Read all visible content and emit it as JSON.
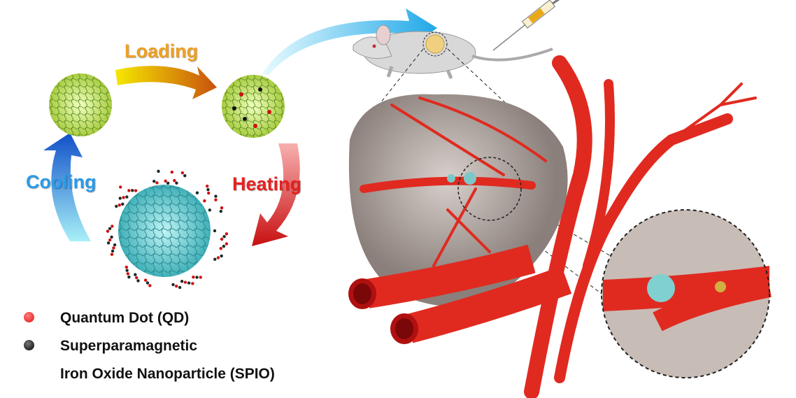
{
  "steps": {
    "loading": "Loading",
    "heating": "Heating",
    "cooling": "Cooling"
  },
  "legend": [
    {
      "label": "Quantum Dot (QD)",
      "color": "#e01010"
    },
    {
      "label": "Superparamagnetic",
      "color": "#111111"
    },
    {
      "label": "Iron Oxide Nanoparticle  (SPIO)",
      "color": ""
    }
  ],
  "colors": {
    "loading": "#f0a020",
    "heating": "#e82020",
    "cooling": "#2a9be8",
    "vessel": "#e02020",
    "tumor": "#b0a8a4",
    "hydrogel_loaded": "#c8e070",
    "hydrogel_expanded": "#5cc8c8"
  }
}
